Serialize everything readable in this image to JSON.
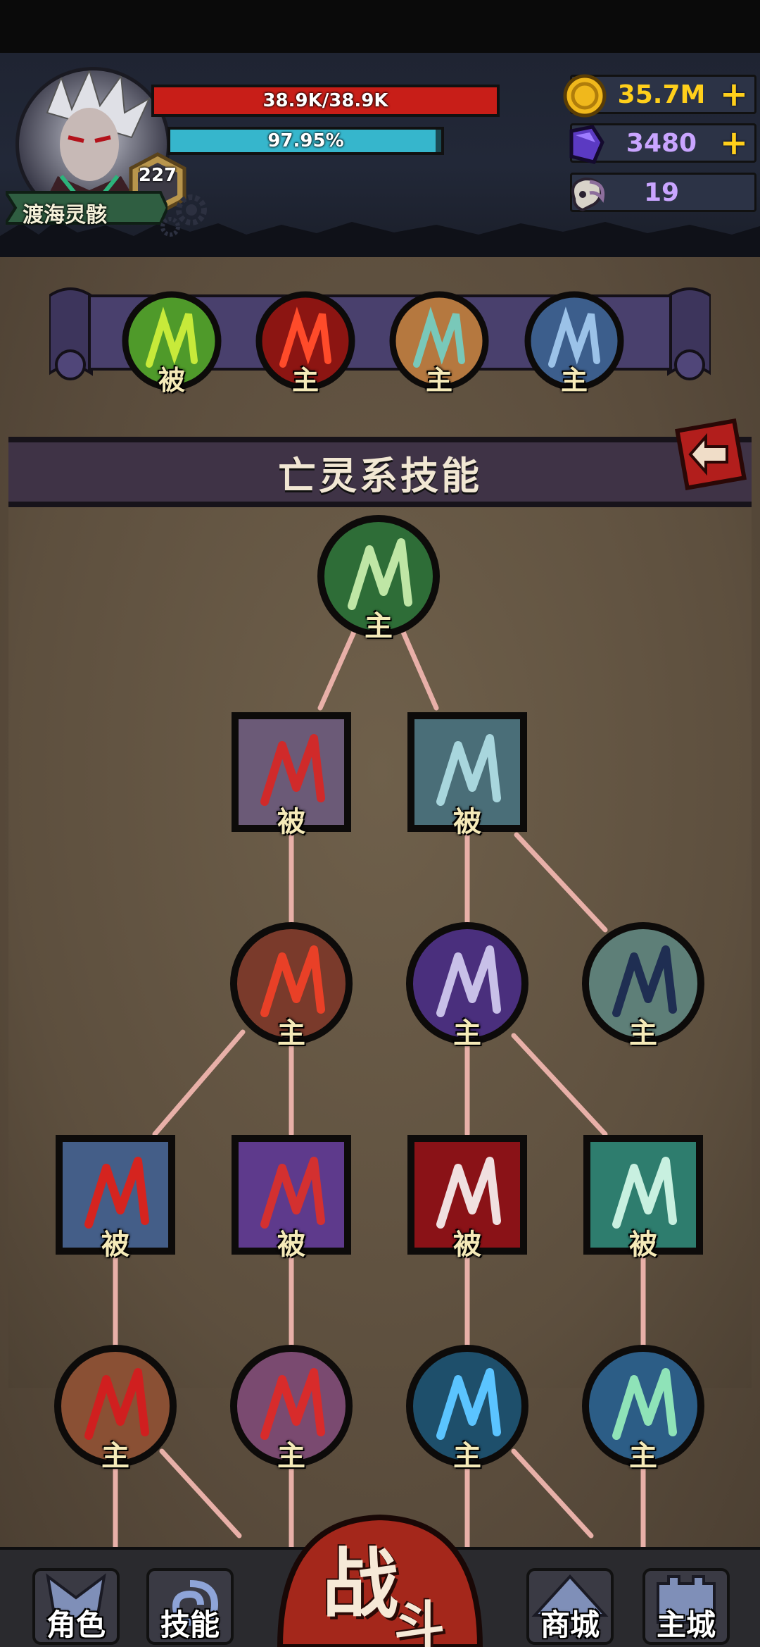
{
  "player": {
    "name": "渡海灵骸",
    "level": "227",
    "hp_text": "38.9K/38.9K",
    "hp_fraction": 1.0,
    "exp_text": "97.95%",
    "exp_fraction": 0.9795
  },
  "resources": {
    "gold": {
      "value": "35.7M",
      "icon": "gold-coin-icon",
      "color": "#ffcf1b"
    },
    "gems": {
      "value": "3480",
      "icon": "purple-crystal-icon",
      "color": "#c9a5ff"
    },
    "skulls": {
      "value": "19",
      "icon": "ram-skull-icon",
      "color": "#c9a5ff"
    },
    "plus": "+"
  },
  "equipped_skills": [
    {
      "label": "被",
      "icon": "green-claw-icon"
    },
    {
      "label": "主",
      "icon": "red-slash-icon"
    },
    {
      "label": "主",
      "icon": "serpent-coil-icon"
    },
    {
      "label": "主",
      "icon": "hooded-reaper-icon"
    }
  ],
  "title": "亡灵系技能",
  "skill_tree": {
    "root": {
      "label": "主",
      "icon": "rising-hand-icon"
    },
    "row1": [
      {
        "label": "被",
        "icon": "bleeding-torso-icon"
      },
      {
        "label": "被",
        "icon": "coffin-skeleton-icon"
      }
    ],
    "row2": [
      {
        "label": "主",
        "icon": "burning-skulls-icon"
      },
      {
        "label": "主",
        "icon": "skeleton-warrior-icon"
      },
      {
        "label": "主",
        "icon": "shadow-legs-icon"
      }
    ],
    "row3": [
      {
        "label": "被",
        "icon": "bloody-cloak-icon"
      },
      {
        "label": "被",
        "icon": "pierced-heart-icon"
      },
      {
        "label": "被",
        "icon": "red-burst-icon"
      },
      {
        "label": "被",
        "icon": "ghost-skull-icon"
      }
    ],
    "row4": [
      {
        "label": "主",
        "icon": "blood-drop-icon"
      },
      {
        "label": "主",
        "icon": "screaming-head-icon"
      },
      {
        "label": "主",
        "icon": "dark-crystal-icon"
      },
      {
        "label": "主",
        "icon": "scythe-icon"
      }
    ]
  },
  "colors": {
    "hp": "#c81e18",
    "exp": "#36b6cc",
    "line": "#e8b0a8",
    "banner": "#49406d",
    "battle": "#a4271b"
  },
  "nav": {
    "character": "角色",
    "skills": "技能",
    "battle_main": "战",
    "battle_sub": "斗",
    "shop": "商城",
    "city": "主城"
  }
}
